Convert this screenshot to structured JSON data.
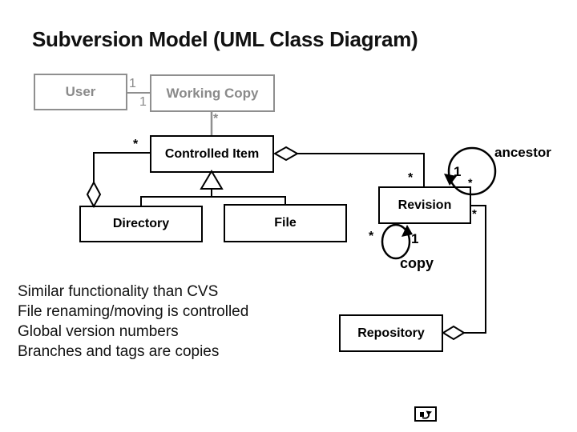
{
  "slide": {
    "title": "Subversion Model (UML Class Diagram)",
    "bullets": [
      "Similar functionality than CVS",
      "File renaming/moving is controlled",
      "Global version numbers",
      "Branches and tags are copies"
    ]
  },
  "diagram": {
    "classes": {
      "user": "User",
      "working_copy": "Working Copy",
      "controlled_item": "Controlled Item",
      "directory": "Directory",
      "file": "File",
      "revision": "Revision",
      "repository": "Repository"
    },
    "association_labels": {
      "ancestor": "ancestor",
      "copy": "copy"
    },
    "multiplicities": {
      "user_end": "1",
      "working_copy_end": "1",
      "working_copy_item": "*",
      "directory_item": "*",
      "item_revision": "*",
      "ancestor_one": "1",
      "ancestor_many": "*",
      "copy_one": "1",
      "copy_many": "*",
      "repository_revision": "*"
    },
    "colors": {
      "faded": "#8f8f8f",
      "ink": "#000000"
    }
  },
  "footer": {
    "action_button_icon": "return-arrow-icon"
  }
}
